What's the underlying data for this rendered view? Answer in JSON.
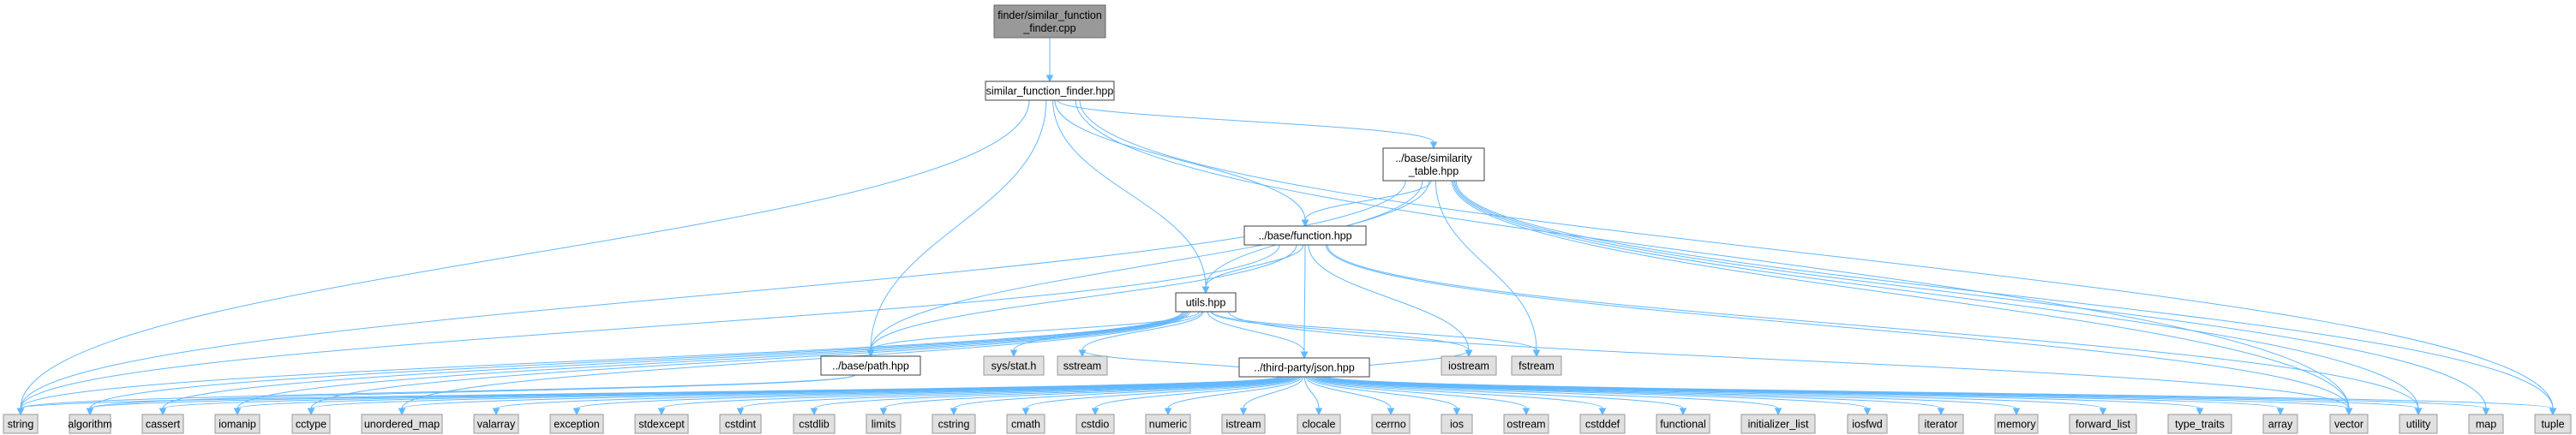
{
  "diagram": {
    "colors": {
      "edge": "#63b8ff",
      "current_node_fill": "#999999",
      "current_node_stroke": "#666666",
      "file_node_fill": "#ffffff",
      "file_node_stroke": "#404040",
      "system_header_fill": "#e0e0e0",
      "system_header_stroke": "#999999"
    },
    "nodes": [
      {
        "id": "root",
        "lines": [
          "finder/similar_function",
          "_finder.cpp"
        ],
        "kind": "current"
      },
      {
        "id": "sff",
        "lines": [
          "similar_function_finder.hpp"
        ],
        "kind": "file"
      },
      {
        "id": "simtab",
        "lines": [
          "../base/similarity",
          "_table.hpp"
        ],
        "kind": "file"
      },
      {
        "id": "func",
        "lines": [
          "../base/function.hpp"
        ],
        "kind": "file"
      },
      {
        "id": "utils",
        "lines": [
          "utils.hpp"
        ],
        "kind": "file"
      },
      {
        "id": "path",
        "lines": [
          "../base/path.hpp"
        ],
        "kind": "file"
      },
      {
        "id": "json",
        "lines": [
          "../third-party/json.hpp"
        ],
        "kind": "file"
      },
      {
        "id": "sysstat",
        "lines": [
          "sys/stat.h"
        ],
        "kind": "system"
      },
      {
        "id": "sstream",
        "lines": [
          "sstream"
        ],
        "kind": "system"
      },
      {
        "id": "iostream",
        "lines": [
          "iostream"
        ],
        "kind": "system"
      },
      {
        "id": "fstream",
        "lines": [
          "fstream"
        ],
        "kind": "system"
      },
      {
        "id": "string",
        "lines": [
          "string"
        ],
        "kind": "system"
      },
      {
        "id": "algorithm",
        "lines": [
          "algorithm"
        ],
        "kind": "system"
      },
      {
        "id": "cassert",
        "lines": [
          "cassert"
        ],
        "kind": "system"
      },
      {
        "id": "iomanip",
        "lines": [
          "iomanip"
        ],
        "kind": "system"
      },
      {
        "id": "cctype",
        "lines": [
          "cctype"
        ],
        "kind": "system"
      },
      {
        "id": "unordered_map",
        "lines": [
          "unordered_map"
        ],
        "kind": "system"
      },
      {
        "id": "valarray",
        "lines": [
          "valarray"
        ],
        "kind": "system"
      },
      {
        "id": "exception",
        "lines": [
          "exception"
        ],
        "kind": "system"
      },
      {
        "id": "stdexcept",
        "lines": [
          "stdexcept"
        ],
        "kind": "system"
      },
      {
        "id": "cstdint",
        "lines": [
          "cstdint"
        ],
        "kind": "system"
      },
      {
        "id": "cstdlib",
        "lines": [
          "cstdlib"
        ],
        "kind": "system"
      },
      {
        "id": "limits",
        "lines": [
          "limits"
        ],
        "kind": "system"
      },
      {
        "id": "cstring",
        "lines": [
          "cstring"
        ],
        "kind": "system"
      },
      {
        "id": "cmath",
        "lines": [
          "cmath"
        ],
        "kind": "system"
      },
      {
        "id": "cstdio",
        "lines": [
          "cstdio"
        ],
        "kind": "system"
      },
      {
        "id": "numeric",
        "lines": [
          "numeric"
        ],
        "kind": "system"
      },
      {
        "id": "istream",
        "lines": [
          "istream"
        ],
        "kind": "system"
      },
      {
        "id": "clocale",
        "lines": [
          "clocale"
        ],
        "kind": "system"
      },
      {
        "id": "cerrno",
        "lines": [
          "cerrno"
        ],
        "kind": "system"
      },
      {
        "id": "ios",
        "lines": [
          "ios"
        ],
        "kind": "system"
      },
      {
        "id": "ostream",
        "lines": [
          "ostream"
        ],
        "kind": "system"
      },
      {
        "id": "cstddef",
        "lines": [
          "cstddef"
        ],
        "kind": "system"
      },
      {
        "id": "functional",
        "lines": [
          "functional"
        ],
        "kind": "system"
      },
      {
        "id": "initializer_list",
        "lines": [
          "initializer_list"
        ],
        "kind": "system"
      },
      {
        "id": "iosfwd",
        "lines": [
          "iosfwd"
        ],
        "kind": "system"
      },
      {
        "id": "iterator",
        "lines": [
          "iterator"
        ],
        "kind": "system"
      },
      {
        "id": "memory",
        "lines": [
          "memory"
        ],
        "kind": "system"
      },
      {
        "id": "forward_list",
        "lines": [
          "forward_list"
        ],
        "kind": "system"
      },
      {
        "id": "type_traits",
        "lines": [
          "type_traits"
        ],
        "kind": "system"
      },
      {
        "id": "array",
        "lines": [
          "array"
        ],
        "kind": "system"
      },
      {
        "id": "vector",
        "lines": [
          "vector"
        ],
        "kind": "system"
      },
      {
        "id": "utility",
        "lines": [
          "utility"
        ],
        "kind": "system"
      },
      {
        "id": "map",
        "lines": [
          "map"
        ],
        "kind": "system"
      },
      {
        "id": "tuple",
        "lines": [
          "tuple"
        ],
        "kind": "system"
      }
    ],
    "edges": [
      [
        "root",
        "sff"
      ],
      [
        "sff",
        "simtab"
      ],
      [
        "sff",
        "func"
      ],
      [
        "sff",
        "utils"
      ],
      [
        "sff",
        "path"
      ],
      [
        "sff",
        "string"
      ],
      [
        "sff",
        "vector"
      ],
      [
        "sff",
        "tuple"
      ],
      [
        "simtab",
        "func"
      ],
      [
        "simtab",
        "utils"
      ],
      [
        "simtab",
        "path"
      ],
      [
        "simtab",
        "fstream"
      ],
      [
        "simtab",
        "string"
      ],
      [
        "simtab",
        "vector"
      ],
      [
        "simtab",
        "utility"
      ],
      [
        "simtab",
        "map"
      ],
      [
        "simtab",
        "tuple"
      ],
      [
        "func",
        "utils"
      ],
      [
        "func",
        "path"
      ],
      [
        "func",
        "json"
      ],
      [
        "func",
        "iostream"
      ],
      [
        "func",
        "string"
      ],
      [
        "func",
        "vector"
      ],
      [
        "func",
        "utility"
      ],
      [
        "utils",
        "path"
      ],
      [
        "utils",
        "json"
      ],
      [
        "utils",
        "sysstat"
      ],
      [
        "utils",
        "sstream"
      ],
      [
        "utils",
        "iostream"
      ],
      [
        "utils",
        "fstream"
      ],
      [
        "utils",
        "string"
      ],
      [
        "utils",
        "algorithm"
      ],
      [
        "utils",
        "cassert"
      ],
      [
        "utils",
        "iomanip"
      ],
      [
        "utils",
        "cctype"
      ],
      [
        "utils",
        "unordered_map"
      ],
      [
        "utils",
        "vector"
      ],
      [
        "path",
        "string"
      ],
      [
        "path",
        "algorithm"
      ],
      [
        "json",
        "string"
      ],
      [
        "json",
        "algorithm"
      ],
      [
        "json",
        "cassert"
      ],
      [
        "json",
        "iomanip"
      ],
      [
        "json",
        "cctype"
      ],
      [
        "json",
        "unordered_map"
      ],
      [
        "json",
        "valarray"
      ],
      [
        "json",
        "exception"
      ],
      [
        "json",
        "stdexcept"
      ],
      [
        "json",
        "cstdint"
      ],
      [
        "json",
        "cstdlib"
      ],
      [
        "json",
        "limits"
      ],
      [
        "json",
        "cstring"
      ],
      [
        "json",
        "cmath"
      ],
      [
        "json",
        "cstdio"
      ],
      [
        "json",
        "numeric"
      ],
      [
        "json",
        "istream"
      ],
      [
        "json",
        "clocale"
      ],
      [
        "json",
        "cerrno"
      ],
      [
        "json",
        "ios"
      ],
      [
        "json",
        "ostream"
      ],
      [
        "json",
        "cstddef"
      ],
      [
        "json",
        "functional"
      ],
      [
        "json",
        "initializer_list"
      ],
      [
        "json",
        "iosfwd"
      ],
      [
        "json",
        "iterator"
      ],
      [
        "json",
        "memory"
      ],
      [
        "json",
        "forward_list"
      ],
      [
        "json",
        "type_traits"
      ],
      [
        "json",
        "array"
      ],
      [
        "json",
        "vector"
      ],
      [
        "json",
        "utility"
      ],
      [
        "json",
        "map"
      ],
      [
        "json",
        "tuple"
      ],
      [
        "json",
        "iostream"
      ],
      [
        "json",
        "sstream"
      ]
    ]
  }
}
